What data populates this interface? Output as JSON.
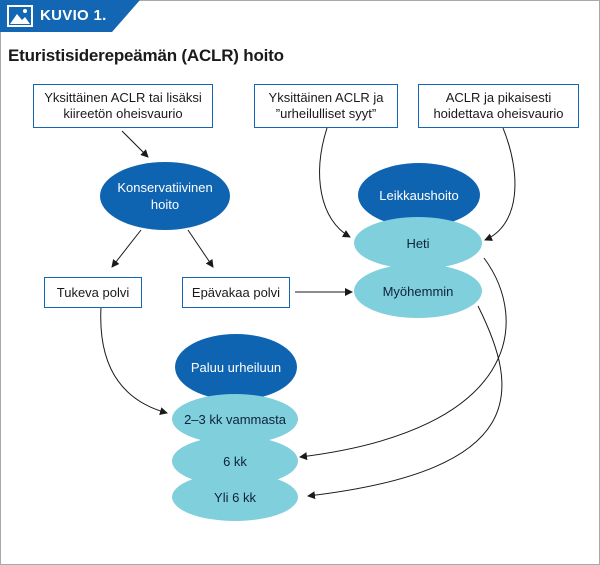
{
  "figure": {
    "tab_label": "KUVIO 1.",
    "title": "Eturistisiderepeämän (ACLR) hoito"
  },
  "boxes": {
    "isolated_minor": "Yksittäinen ACLR tai lisäksi kiireetön oheisvaurio",
    "isolated_sport": "Yksittäinen ACLR ja ”urheilulliset syyt”",
    "aclr_urgent": "ACLR ja pikaisesti hoidettava oheisvaurio",
    "stable_knee": "Tukeva polvi",
    "unstable_knee": "Epävakaa polvi"
  },
  "ellipses": {
    "conservative": "Konservatiivinen hoito",
    "surgery": "Leikkaushoito",
    "immediately": "Heti",
    "later": "Myöhemmin",
    "return_sport": "Paluu urheiluun",
    "months_2_3": "2–3 kk vammasta",
    "months_6": "6 kk",
    "over_6": "Yli 6 kk"
  },
  "colors": {
    "primary": "#1266b3",
    "dark_ellipse": "#0f64b2",
    "light_ellipse": "#7fd0dc"
  },
  "icons": {
    "tab_icon": "image-icon"
  }
}
